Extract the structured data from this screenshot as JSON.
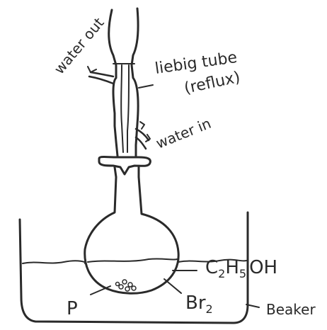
{
  "labels": {
    "water_out": "water out",
    "liebig_tube": "liebig tube",
    "reflux": "(reflux)",
    "water_in": "water in",
    "ethanol_prefix": "C",
    "ethanol_sub1": "2",
    "ethanol_mid": "H",
    "ethanol_sub2": "5",
    "ethanol_suffix": "OH",
    "phosphorus": "P",
    "bromine_prefix": "Br",
    "bromine_sub": "2",
    "beaker": "Beaker"
  }
}
